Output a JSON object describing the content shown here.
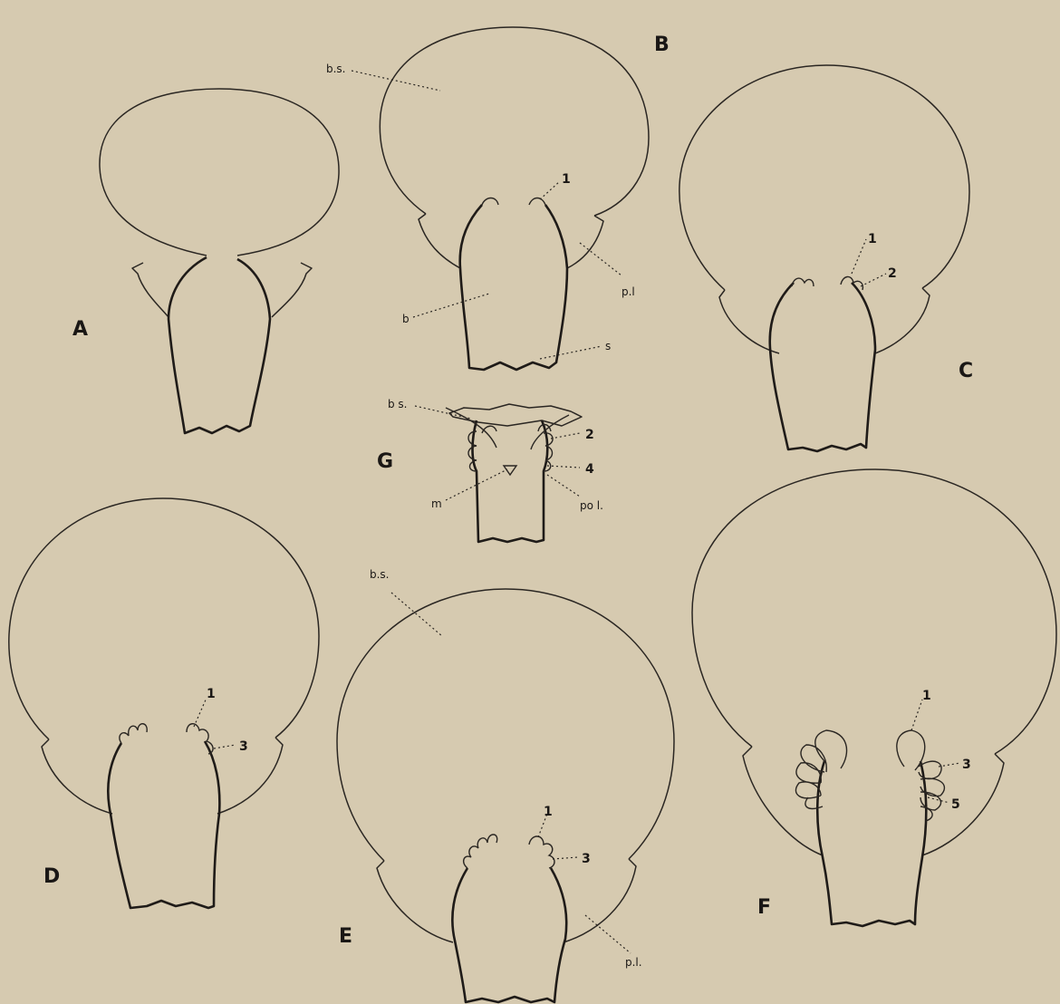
{
  "panels": {
    "A": {
      "letter": "A"
    },
    "B": {
      "letter": "B",
      "labels": {
        "bs": "b.s.",
        "one": "1",
        "pl": "p.l",
        "b": "b",
        "s": "s"
      }
    },
    "C": {
      "letter": "C",
      "labels": {
        "one": "1",
        "two": "2"
      }
    },
    "G": {
      "letter": "G",
      "labels": {
        "bs": "b s.",
        "two": "2",
        "four": "4",
        "m": "m",
        "pol": "po l."
      }
    },
    "D": {
      "letter": "D",
      "labels": {
        "one": "1",
        "three": "3"
      }
    },
    "E": {
      "letter": "E",
      "labels": {
        "bs": "b.s.",
        "one": "1",
        "three": "3",
        "pl": "p.l."
      }
    },
    "F": {
      "letter": "F",
      "labels": {
        "one": "1",
        "three": "3",
        "five": "5"
      }
    }
  },
  "colors": {
    "paper": "#d6cab0",
    "ink": "#1f1b18"
  }
}
